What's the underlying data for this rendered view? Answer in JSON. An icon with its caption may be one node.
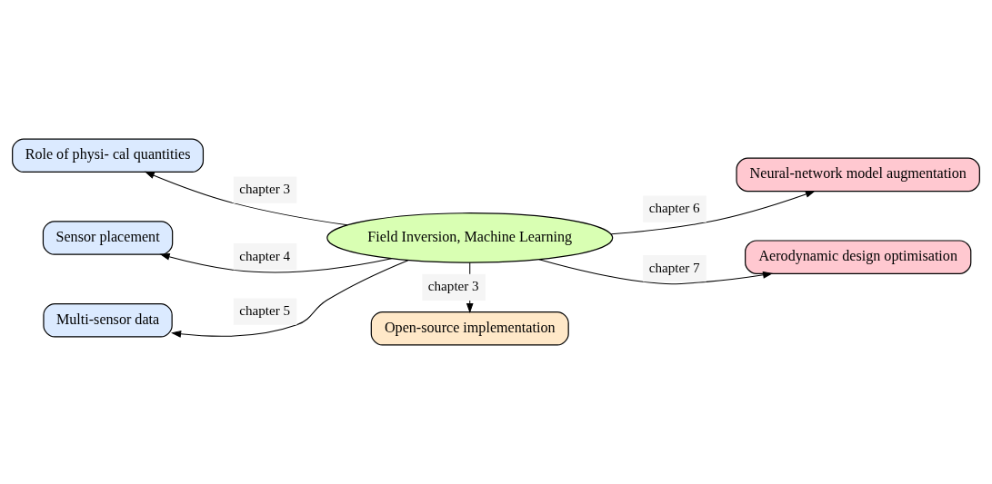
{
  "diagram": {
    "nodes": [
      {
        "text": [
          "Field Inversion, Machine Learning"
        ]
      },
      {
        "text": [
          "Open-source implementation"
        ]
      },
      {
        "text": [
          "Role of physi- cal quantities"
        ]
      },
      {
        "text": [
          "Sensor placement"
        ]
      },
      {
        "text": [
          "Multi-sensor data"
        ]
      },
      {
        "text": [
          "Neural-network model augmentation"
        ]
      },
      {
        "text": [
          "Aerodynamic design optimisation"
        ]
      }
    ],
    "edges": [
      {
        "from": 0,
        "to": 1,
        "arrow": "to",
        "label": "chapter 3"
      },
      {
        "from": 0,
        "to": 2,
        "arrow": "to",
        "label": "chapter 3"
      },
      {
        "from": 0,
        "to": 3,
        "arrow": "to",
        "label": "chapter 4"
      },
      {
        "from": 0,
        "to": 4,
        "arrow": "to",
        "label": "chapter 5"
      },
      {
        "from": 0,
        "to": 5,
        "arrow": "to",
        "label": "chapter 6"
      },
      {
        "from": 0,
        "to": 6,
        "arrow": "to",
        "label": "chapter 7"
      }
    ]
  }
}
